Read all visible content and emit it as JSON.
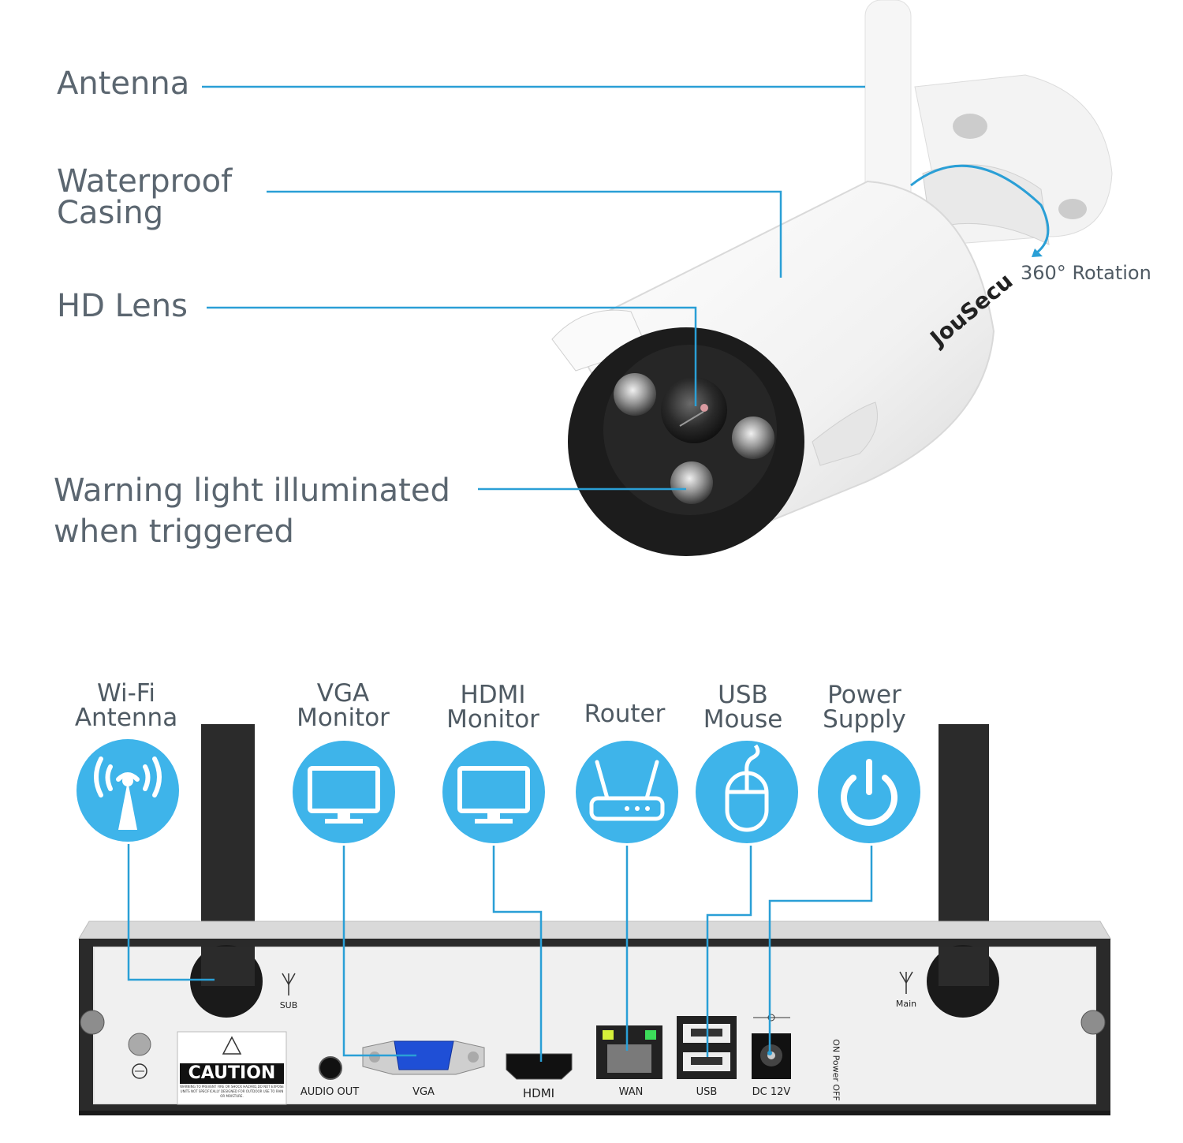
{
  "camera": {
    "brand": "JouSecu",
    "labels": {
      "antenna": "Antenna",
      "casing_line1": "Waterproof",
      "casing_line2": "Casing",
      "lens": "HD Lens",
      "warning_line1": "Warning light illuminated",
      "warning_line2": "when triggered",
      "rotation": "360° Rotation"
    }
  },
  "nvr": {
    "icons": [
      {
        "line1": "Wi-Fi",
        "line2": "Antenna",
        "icon": "wifi-antenna-icon"
      },
      {
        "line1": "VGA",
        "line2": "Monitor",
        "icon": "monitor-icon"
      },
      {
        "line1": "HDMI",
        "line2": "Monitor",
        "icon": "monitor-icon"
      },
      {
        "line1": "",
        "line2": "Router",
        "icon": "router-icon"
      },
      {
        "line1": "USB",
        "line2": "Mouse",
        "icon": "mouse-icon"
      },
      {
        "line1": "Power",
        "line2": "Supply",
        "icon": "power-icon"
      }
    ],
    "ports": {
      "sub": "SUB",
      "main": "Main",
      "caution": "CAUTION",
      "caution_small": "WARNING:TO PREVENT FIRE OR SHOCK HAZARD,DO NOT EXPOSE UNITS NOT SPECIFICALLY DESIGNED FOR OUTDOOR USE TO RAIN OR MOISTURE.",
      "audio_out": "AUDIO OUT",
      "vga": "VGA",
      "hdmi": "HDMI",
      "wan": "WAN",
      "usb": "USB",
      "dc": "DC 12V",
      "power_switch": "ON Power OFF"
    }
  },
  "colors": {
    "accent": "#3eb4ea",
    "line": "#2a9fd6",
    "text": "#5b6670"
  }
}
